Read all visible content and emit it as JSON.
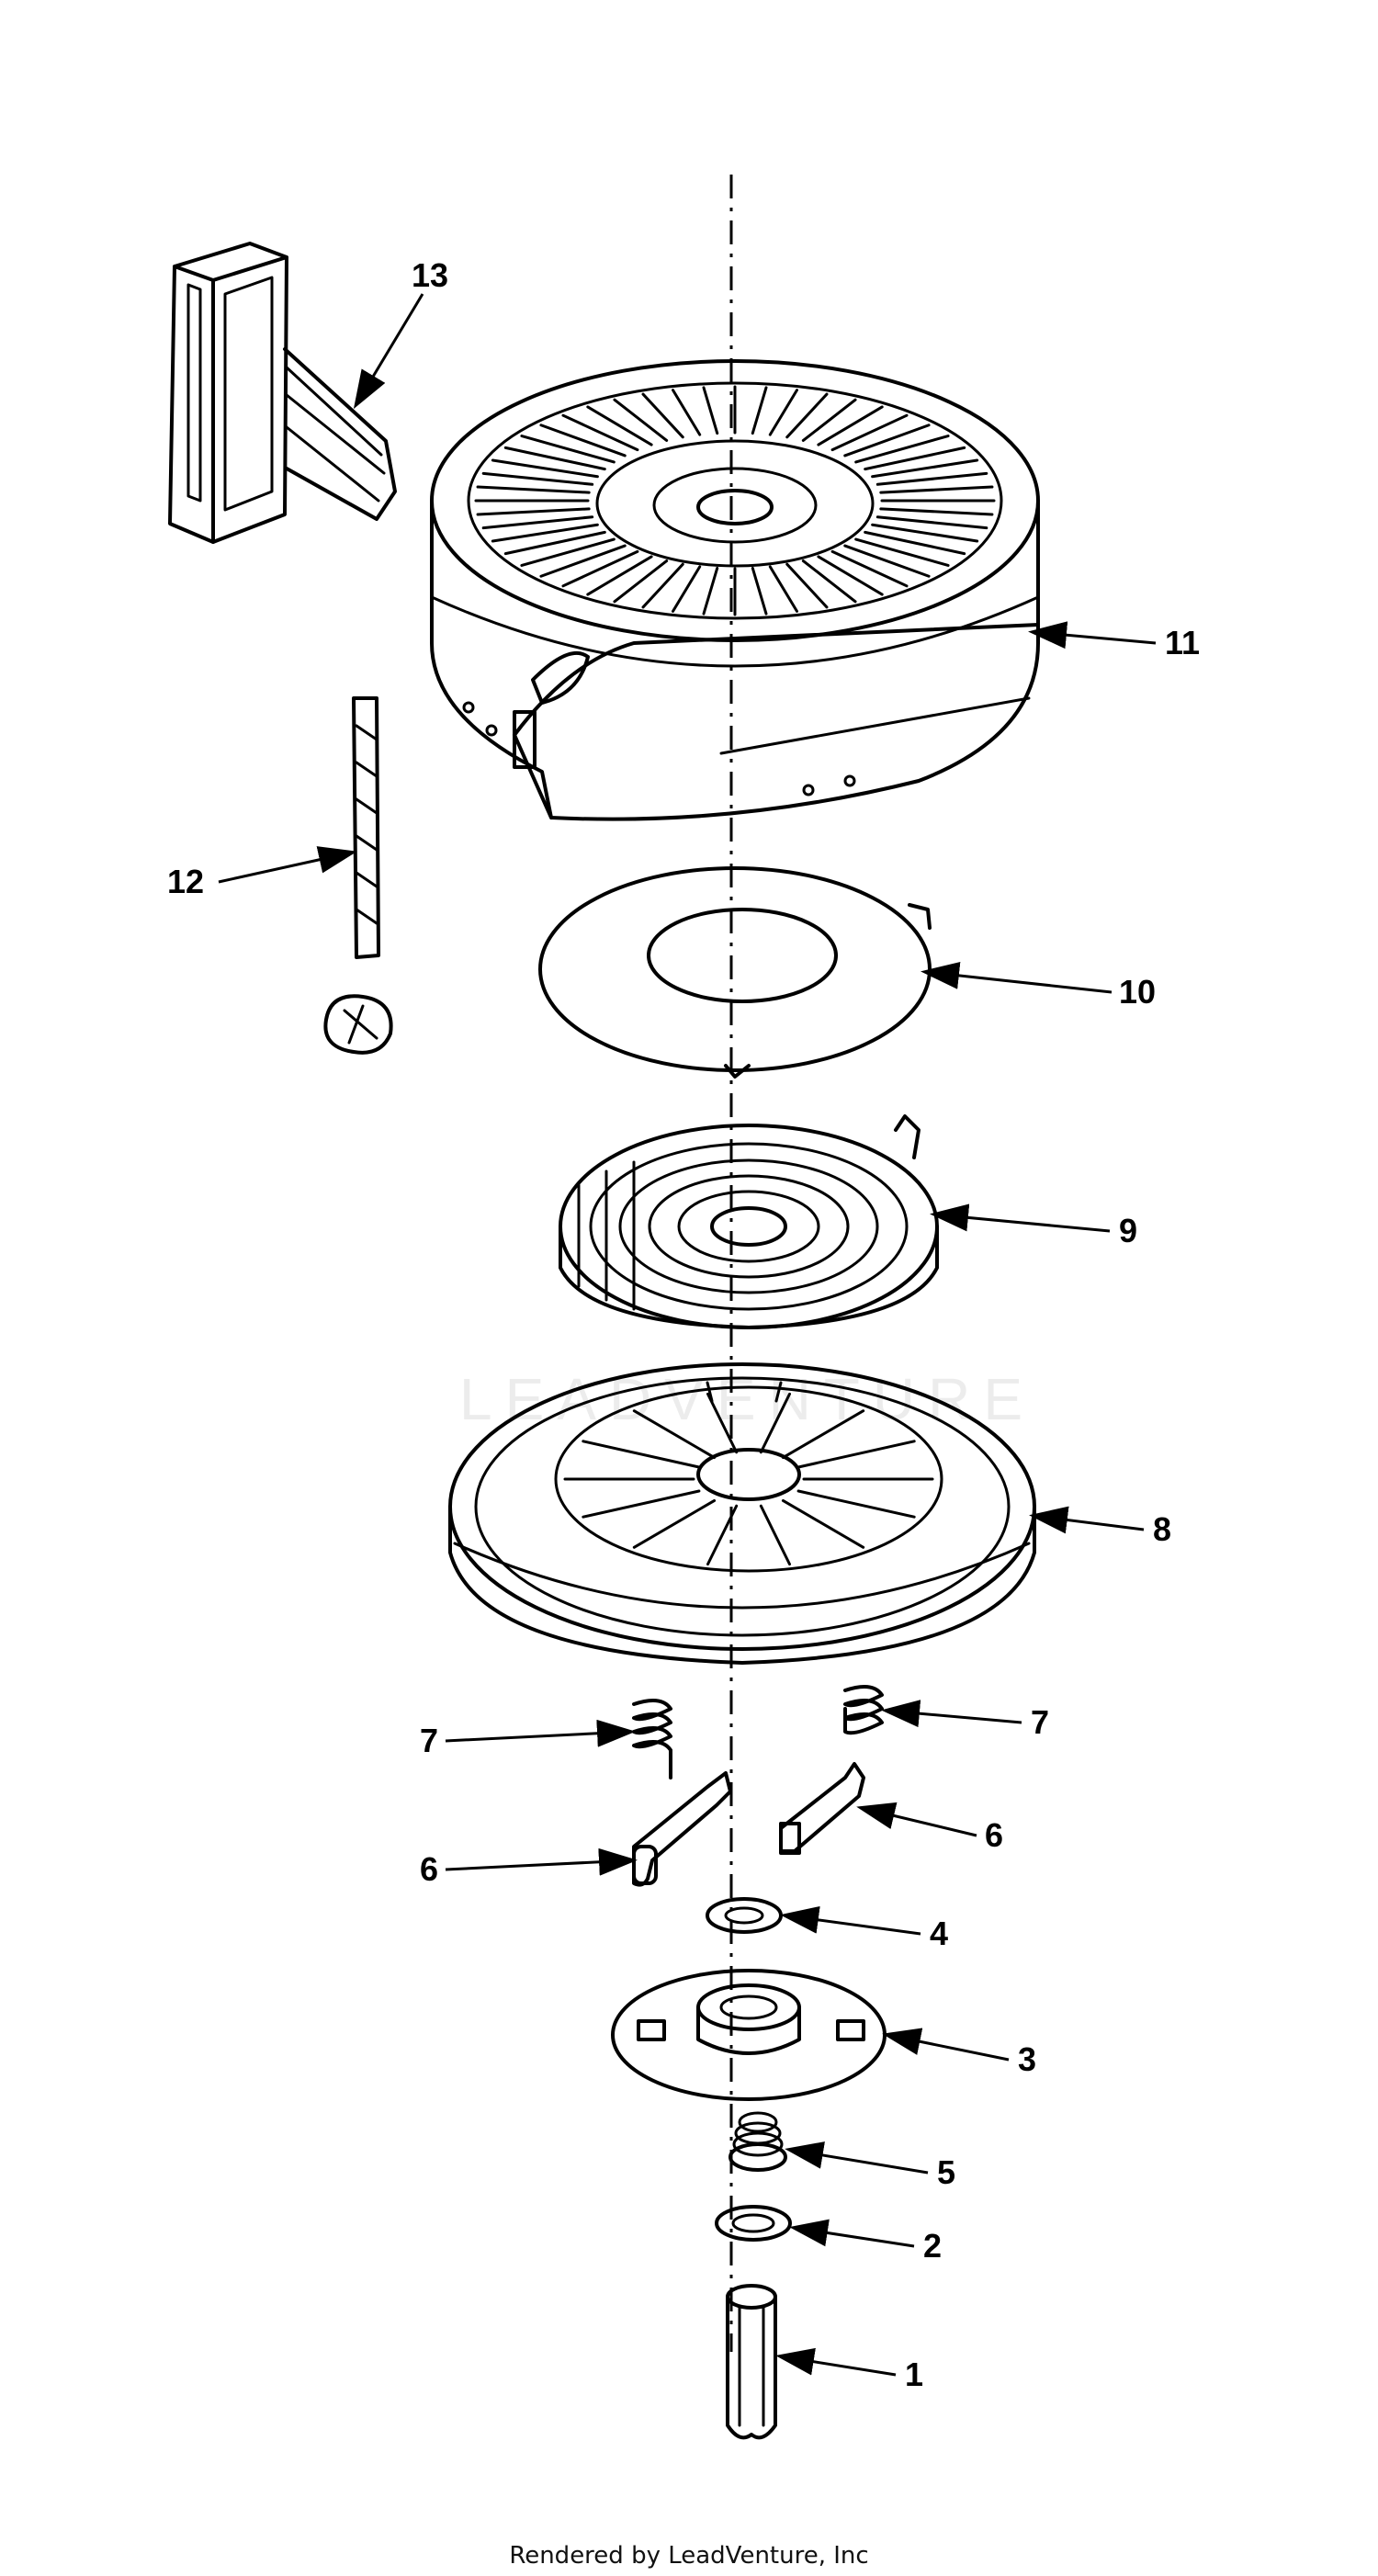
{
  "footer": {
    "text": "Rendered by LeadVenture, Inc"
  },
  "watermark": {
    "text": "LEADVENTURE"
  },
  "callouts": [
    {
      "id": "13",
      "label": "13"
    },
    {
      "id": "11",
      "label": "11"
    },
    {
      "id": "12",
      "label": "12"
    },
    {
      "id": "10",
      "label": "10"
    },
    {
      "id": "9",
      "label": "9"
    },
    {
      "id": "8",
      "label": "8"
    },
    {
      "id": "7a",
      "label": "7"
    },
    {
      "id": "7b",
      "label": "7"
    },
    {
      "id": "6a",
      "label": "6"
    },
    {
      "id": "6b",
      "label": "6"
    },
    {
      "id": "4",
      "label": "4"
    },
    {
      "id": "3",
      "label": "3"
    },
    {
      "id": "5",
      "label": "5"
    },
    {
      "id": "2",
      "label": "2"
    },
    {
      "id": "1",
      "label": "1"
    }
  ]
}
